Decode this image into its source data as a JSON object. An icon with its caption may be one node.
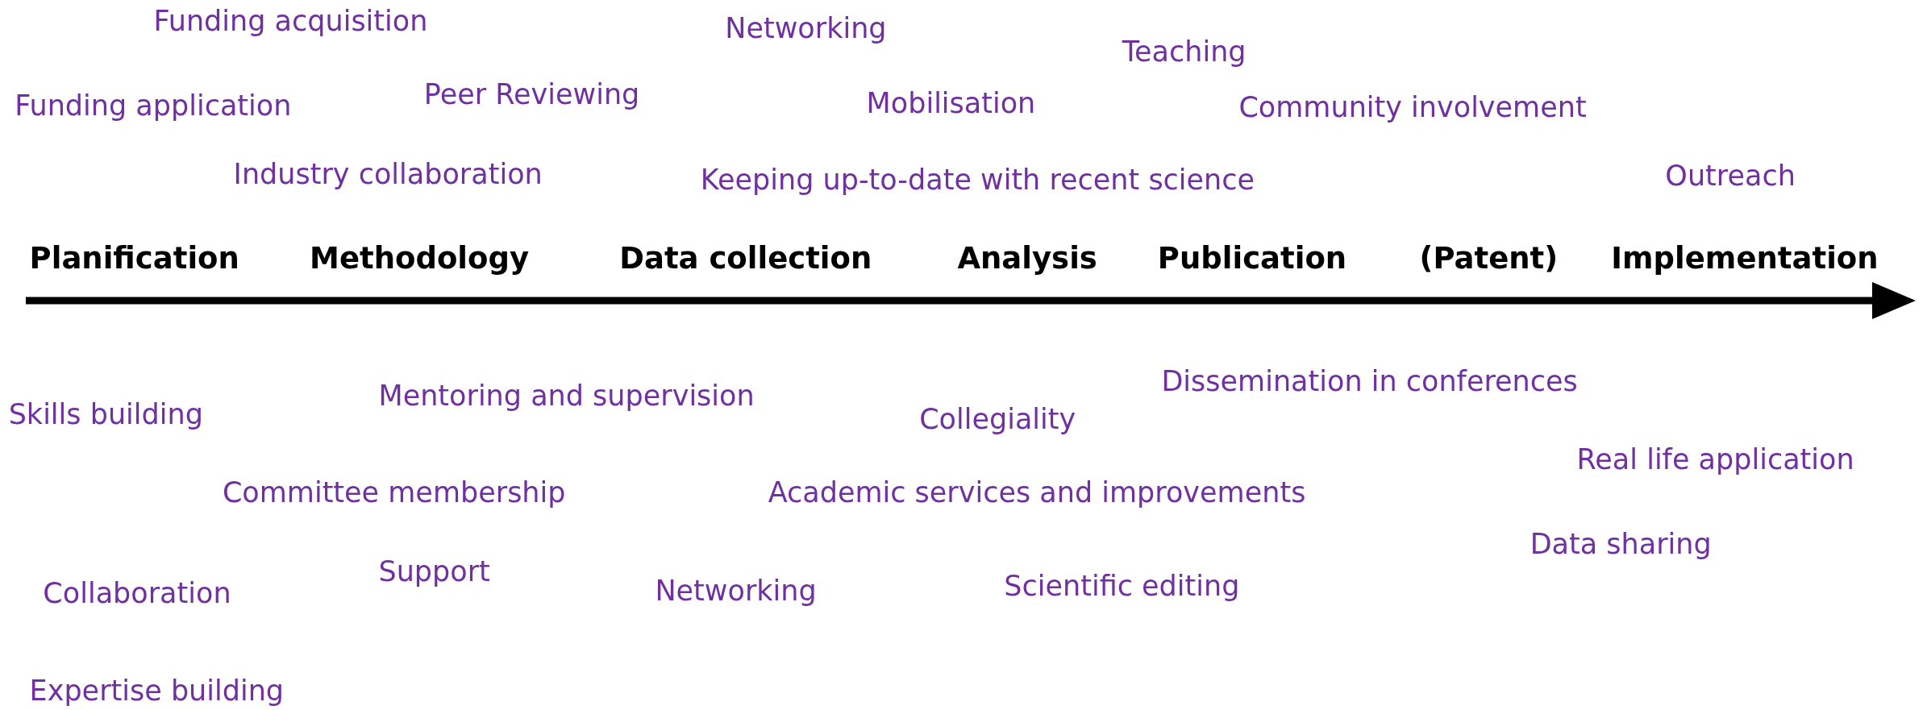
{
  "diagram": {
    "labels": [
      "Funding acquisition",
      "Networking",
      "Teaching",
      "Peer Reviewing",
      "Funding application",
      "Mobilisation",
      "Community involvement",
      "Industry collaboration",
      "Keeping up-to-date with recent science",
      "Outreach",
      "Planification",
      "Methodology",
      "Data collection",
      "Analysis",
      "Publication",
      "(Patent)",
      "Implementation",
      "Dissemination in conferences",
      "Mentoring and supervision",
      "Skills building",
      "Collegiality",
      "Real life application",
      "Committee membership",
      "Academic services and improvements",
      "Data sharing",
      "Collaboration",
      "Support",
      "Networking",
      "Scientific editing",
      "Expertise building"
    ]
  }
}
